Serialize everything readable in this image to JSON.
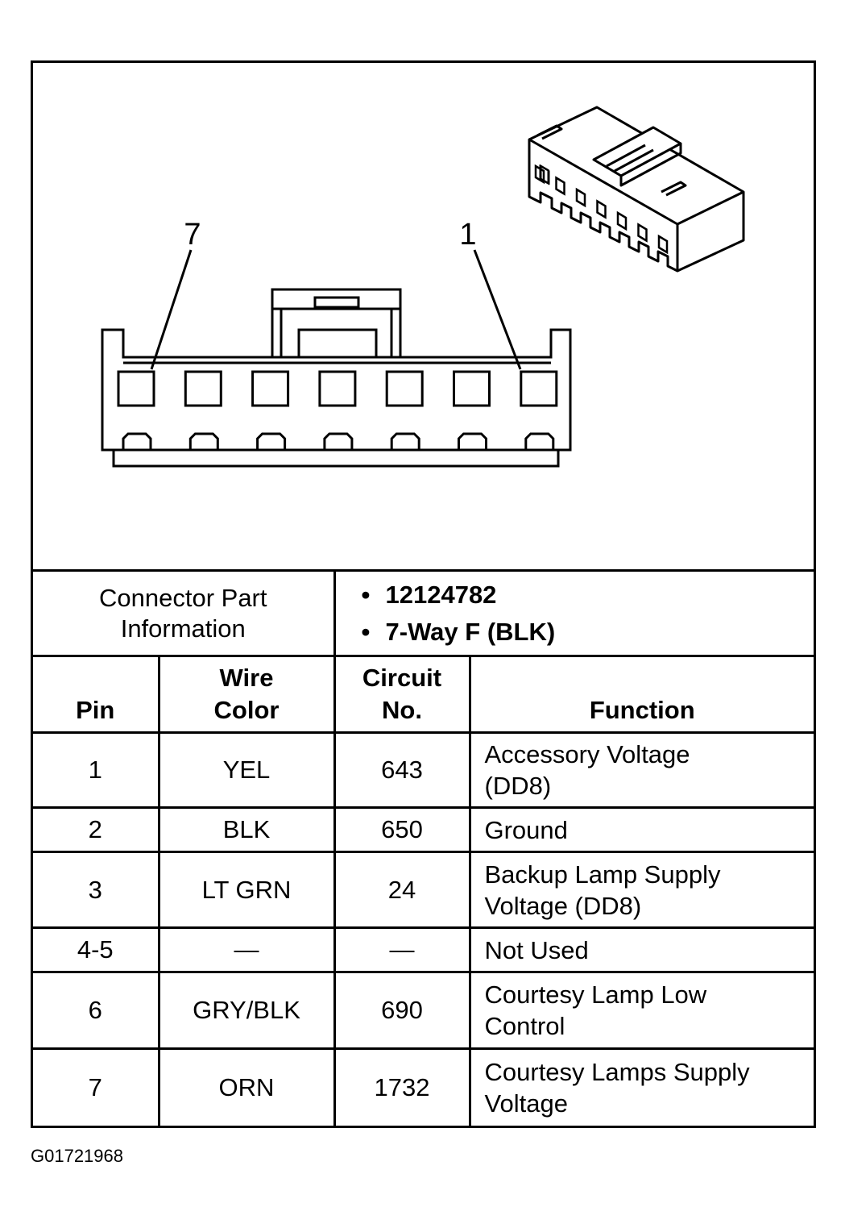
{
  "diagram": {
    "pin_label_left": "7",
    "pin_label_right": "1",
    "cavity_count": 7
  },
  "connector_part_info": {
    "label": "Connector Part Information",
    "values": [
      "12124782",
      "7-Way F (BLK)"
    ]
  },
  "table": {
    "headers": {
      "pin": "Pin",
      "wire_color": "Wire Color",
      "circuit_no": "Circuit No.",
      "function": "Function"
    },
    "rows": [
      {
        "pin": "1",
        "wire_color": "YEL",
        "circuit": "643",
        "function": "Accessory Voltage (DD8)"
      },
      {
        "pin": "2",
        "wire_color": "BLK",
        "circuit": "650",
        "function": "Ground"
      },
      {
        "pin": "3",
        "wire_color": "LT GRN",
        "circuit": "24",
        "function": "Backup Lamp Supply Voltage (DD8)"
      },
      {
        "pin": "4-5",
        "wire_color": "—",
        "circuit": "—",
        "function": "Not Used"
      },
      {
        "pin": "6",
        "wire_color": "GRY/BLK",
        "circuit": "690",
        "function": "Courtesy Lamp Low Control"
      },
      {
        "pin": "7",
        "wire_color": "ORN",
        "circuit": "1732",
        "function": "Courtesy Lamps Supply Voltage"
      }
    ]
  },
  "figure_id": "G01721968"
}
